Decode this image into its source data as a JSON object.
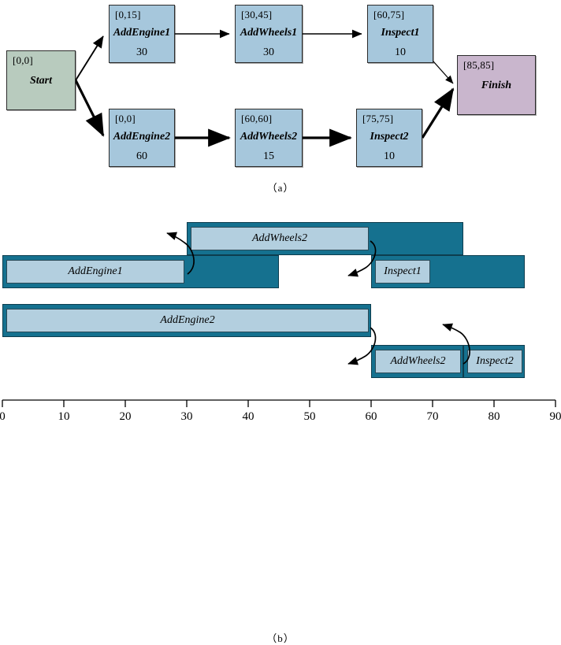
{
  "figure": {
    "caption_a": "（a）",
    "caption_b": "（b）"
  },
  "network": {
    "nodes": [
      {
        "id": "start",
        "early": "[0,0]",
        "name": "Start",
        "suffix": "",
        "duration": ""
      },
      {
        "id": "ae1",
        "early": "[0,15]",
        "name": "AddEngine",
        "suffix": "1",
        "duration": "30"
      },
      {
        "id": "aw1",
        "early": "[30,45]",
        "name": "AddWheels",
        "suffix": "1",
        "duration": "30"
      },
      {
        "id": "in1",
        "early": "[60,75]",
        "name": "Inspect",
        "suffix": "1",
        "duration": "10"
      },
      {
        "id": "ae2",
        "early": "[0,0]",
        "name": "AddEngine",
        "suffix": "2",
        "duration": "60"
      },
      {
        "id": "aw2",
        "early": "[60,60]",
        "name": "AddWheels",
        "suffix": "2",
        "duration": "15"
      },
      {
        "id": "in2",
        "early": "[75,75]",
        "name": "Inspect",
        "suffix": "2",
        "duration": "10"
      },
      {
        "id": "finish",
        "early": "[85,85]",
        "name": "Finish",
        "suffix": "",
        "duration": ""
      }
    ],
    "edges": [
      {
        "from": "start",
        "to": "ae1"
      },
      {
        "from": "ae1",
        "to": "aw1"
      },
      {
        "from": "aw1",
        "to": "in1"
      },
      {
        "from": "in1",
        "to": "finish"
      },
      {
        "from": "start",
        "to": "ae2"
      },
      {
        "from": "ae2",
        "to": "aw2"
      },
      {
        "from": "aw2",
        "to": "in2"
      },
      {
        "from": "in2",
        "to": "finish"
      }
    ]
  },
  "gantt": {
    "axis": {
      "min": 0,
      "max": 90,
      "step": 10,
      "ticks": [
        "0",
        "10",
        "20",
        "30",
        "40",
        "50",
        "60",
        "70",
        "80",
        "90"
      ]
    },
    "rows": [
      {
        "id": "bar-addwheels2-top",
        "label": "AddWheels",
        "suffix": "2",
        "start": 30,
        "end": 60,
        "slack_end": 75,
        "row": 0
      },
      {
        "id": "bar-addengine1",
        "label": "AddEngine",
        "suffix": "1",
        "start": 0,
        "end": 30,
        "slack_end": 45,
        "row": 1
      },
      {
        "id": "bar-inspect1",
        "label": "Inspect",
        "suffix": "1",
        "start": 60,
        "end": 70,
        "slack_end": 85,
        "row": 1
      },
      {
        "id": "bar-addengine2",
        "label": "AddEngine",
        "suffix": "2",
        "start": 0,
        "end": 60,
        "slack_end": 60,
        "row": 2
      },
      {
        "id": "bar-addwheels2-bottom",
        "label": "AddWheels",
        "suffix": "2",
        "start": 60,
        "end": 75,
        "slack_end": 75,
        "row": 3
      },
      {
        "id": "bar-inspect2",
        "label": "Inspect",
        "suffix": "2",
        "start": 75,
        "end": 85,
        "slack_end": 85,
        "row": 3
      }
    ]
  },
  "colors": {
    "start_node": "#b8cbbe",
    "finish_node": "#c9b6cd",
    "task_node": "#a6c7dc",
    "gantt_slack": "#15718f",
    "gantt_task": "#b3cfdf",
    "outline": "#2b2b2b"
  }
}
